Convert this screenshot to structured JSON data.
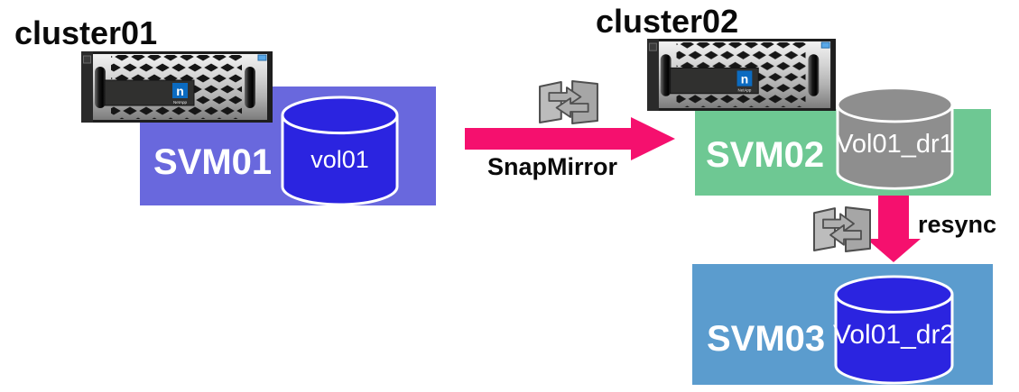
{
  "clusters": [
    {
      "title": "cluster01"
    },
    {
      "title": "cluster02"
    }
  ],
  "svms": [
    {
      "label": "SVM01",
      "box_color": "#6968dd",
      "cluster": "cluster01",
      "volume": {
        "label": "vol01",
        "color": "#2b24e0"
      }
    },
    {
      "label": "SVM02",
      "box_color": "#6ec893",
      "cluster": "cluster02",
      "volume": {
        "label": "Vol01_dr1",
        "color": "#8e8e8e"
      }
    },
    {
      "label": "SVM03",
      "box_color": "#5b9cce",
      "cluster": "cluster02",
      "volume": {
        "label": "Vol01_dr2",
        "color": "#2b24e0"
      }
    }
  ],
  "relationships": [
    {
      "label": "SnapMirror",
      "direction": "right",
      "color": "#f5106e",
      "from": "vol01",
      "to": "Vol01_dr1"
    },
    {
      "label": "resync",
      "direction": "down",
      "color": "#f5106e",
      "from": "Vol01_dr1",
      "to": "Vol01_dr2"
    }
  ],
  "appliance": {
    "brand": "NetApp",
    "logo_letter": "n"
  },
  "icons": {
    "mirror_relationship": "mirror-sync-icon"
  },
  "colors": {
    "volume_outline": "#ffffff",
    "label_text": "#ffffff",
    "title_text": "#0a0a0a"
  }
}
